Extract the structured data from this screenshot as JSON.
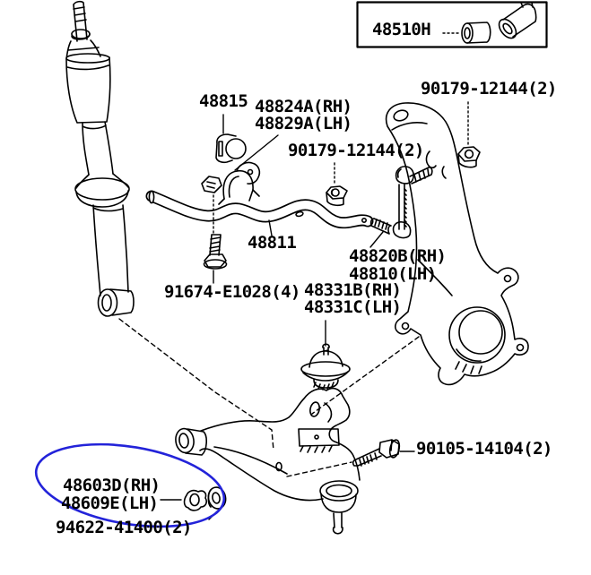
{
  "diagram": {
    "type": "exploded-parts-diagram",
    "background_color": "#ffffff",
    "line_color": "#000000",
    "highlight_color": "#2323d9",
    "labels": [
      {
        "text": "48510H"
      },
      {
        "text": "90179-12144(2)"
      },
      {
        "text": "48815"
      },
      {
        "text": "48824A(RH)"
      },
      {
        "text": "48829A(LH)"
      },
      {
        "text": "90179-12144(2)"
      },
      {
        "text": "48811"
      },
      {
        "text": "48820B(RH)"
      },
      {
        "text": "48810(LH)"
      },
      {
        "text": "91674-E1028(4)"
      },
      {
        "text": "48331B(RH)"
      },
      {
        "text": "48331C(LH)"
      },
      {
        "text": "90105-14104(2)"
      },
      {
        "text": "48603D(RH)"
      },
      {
        "text": "48609E(LH)"
      },
      {
        "text": "94622-41400(2)"
      }
    ],
    "highlight": {
      "shape": "hand-drawn-ellipse",
      "around_labels": [
        "48603D(RH)",
        "48609E(LH)"
      ]
    }
  }
}
